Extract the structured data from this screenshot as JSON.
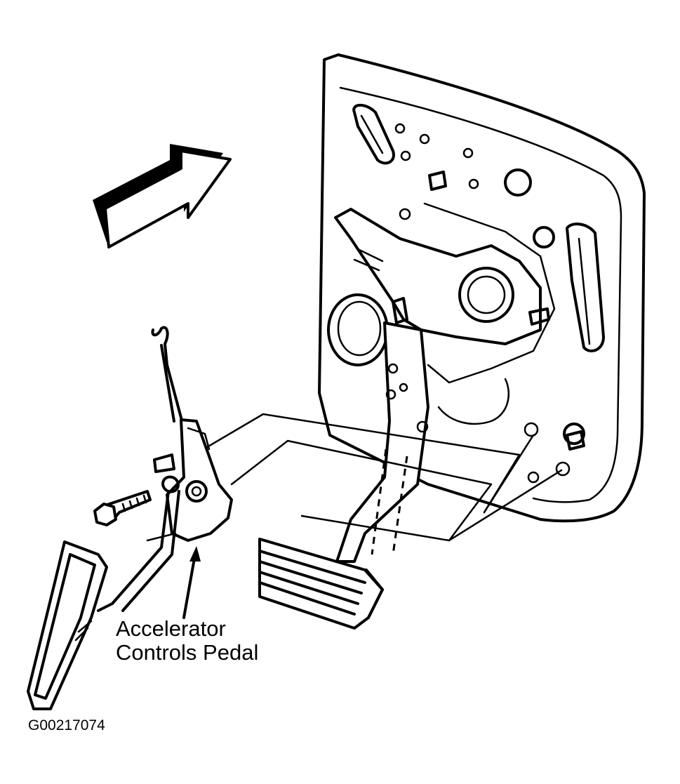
{
  "callout": {
    "line1": "Accelerator",
    "line2": "Controls Pedal"
  },
  "figure_id": "G00217074",
  "colors": {
    "line": "#000000",
    "background": "#ffffff"
  }
}
